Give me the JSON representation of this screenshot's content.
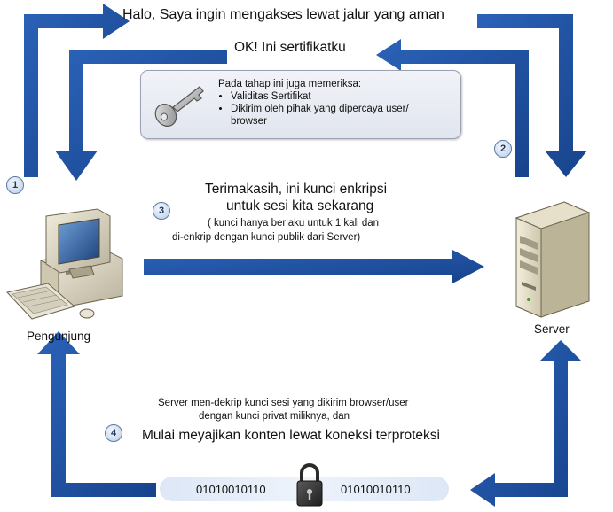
{
  "step1_message": "Halo, Saya ingin mengakses lewat jalur yang aman",
  "step2_message": "OK! Ini sertifikatku",
  "check_box": {
    "title": "Pada tahap ini juga memeriksa:",
    "items": [
      "Validitas Sertifikat",
      "Dikirim oleh pihak yang dipercaya user/"
    ],
    "item_continuation": "browser"
  },
  "step3_message": {
    "line1": "Terimakasih, ini kunci enkripsi",
    "line2": "untuk sesi kita sekarang",
    "note_line1": "( kunci hanya berlaku untuk 1 kali dan",
    "note_line2": "di-enkrip  dengan kunci publik dari Server)"
  },
  "step4_message": {
    "line1": "Server men-dekrip kunci sesi yang dikirim browser/user",
    "line2": "dengan kunci privat miliknya, dan",
    "line3": "Mulai meyajikan konten lewat koneksi terproteksi"
  },
  "client_label": "Pengunjung",
  "server_label": "Server",
  "step_numbers": [
    "1",
    "2",
    "3",
    "4"
  ],
  "binary_left": "01010010110",
  "binary_right": "01010010110",
  "icons": [
    "key-icon",
    "desktop-computer-icon",
    "server-tower-icon",
    "padlock-icon"
  ],
  "colors": {
    "arrow": "#1f4f9e",
    "box_border": "#9aa2b4",
    "badge_border": "#5d7aa3"
  }
}
